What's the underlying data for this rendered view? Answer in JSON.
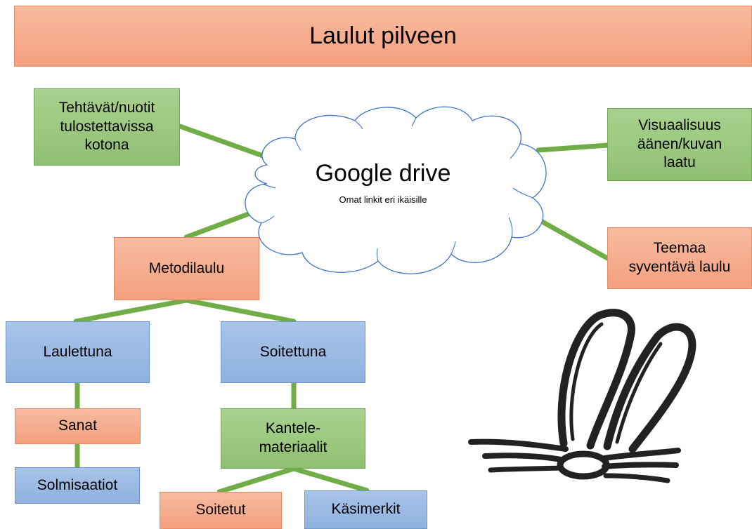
{
  "title": "Laulut pilveen",
  "cloud": {
    "title": "Google drive",
    "subtitle": "Omat linkit eri ikäisille"
  },
  "nodes": {
    "tehtavat": "Tehtävät/nuotit\ntulostettavissa\nkotona",
    "visuaalisuus": "Visuaalisuus\näänen/kuvan\nlaatu",
    "teemaa": "Teemaa\nsyventävä laulu",
    "metodilaulu": "Metodilaulu",
    "laulettuna": "Laulettuna",
    "soitettuna": "Soitettuna",
    "sanat": "Sanat",
    "solmisaatiot": "Solmisaatiot",
    "kantele": "Kantele-\nmateriaalit",
    "soitetut": "Soitetut",
    "kasimerkit": "Käsimerkit"
  },
  "colors": {
    "connector": "#70ad47",
    "green_box": "#a9d18e",
    "orange_box": "#f4b183",
    "blue_box": "#9dc3e6",
    "cloud_outline": "#4472c4"
  }
}
